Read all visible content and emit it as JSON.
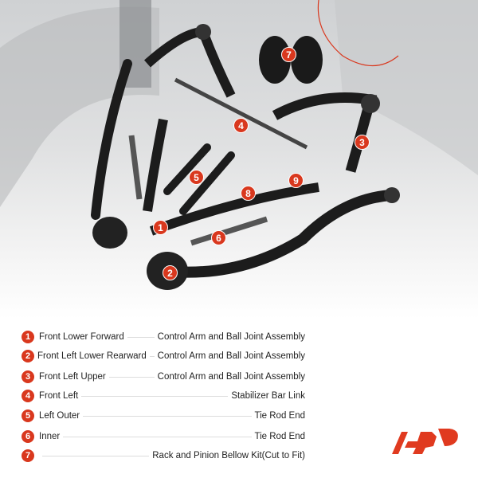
{
  "photo": {
    "callouts": [
      "1",
      "2",
      "3",
      "4",
      "5",
      "6",
      "7",
      "8",
      "9"
    ]
  },
  "legend": [
    {
      "num": "1",
      "left": "Front Lower Forward",
      "right": "Control Arm and Ball Joint Assembly"
    },
    {
      "num": "2",
      "left": "Front Left Lower Rearward",
      "right": "Control Arm and Ball Joint Assembly"
    },
    {
      "num": "3",
      "left": "Front Left Upper",
      "right": "Control Arm and Ball Joint Assembly"
    },
    {
      "num": "4",
      "left": "Front Left",
      "right": "Stabilizer Bar Link"
    },
    {
      "num": "5",
      "left": "Left Outer",
      "right": "Tie Rod End"
    },
    {
      "num": "6",
      "left": "Inner",
      "right": "Tie Rod End"
    },
    {
      "num": "7",
      "left": "",
      "right": "Rack and Pinion Bellow Kit(Cut to Fit)"
    }
  ],
  "colors": {
    "accent": "#d9381e",
    "parts": "#1c1c1c"
  },
  "logo": {
    "text": "AP",
    "icon": "brand-logo"
  }
}
